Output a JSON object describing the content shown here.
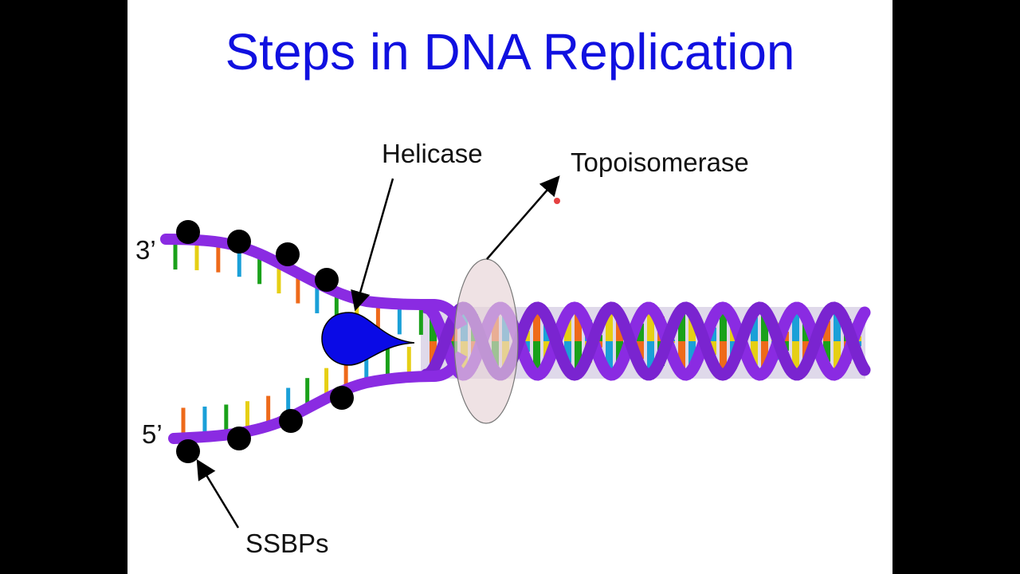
{
  "slide": {
    "title": "Steps in DNA Replication",
    "labels": {
      "helicase": "Helicase",
      "topoisomerase": "Topoisomerase",
      "ssbps": "SSBPs",
      "end_3": "3’",
      "end_5": "5’"
    }
  },
  "colors": {
    "title": "#1010e0",
    "backbone": "#8a2be2",
    "helicase": "#0a0ae6",
    "ssbp": "#000000",
    "topoisomerase": "#e6d3d6",
    "base_green": "#1aa11a",
    "base_yellow": "#e6cf14",
    "base_orange": "#ee6a1a",
    "base_blue": "#1aa0d8",
    "side_bars": "#000000"
  },
  "icons": [
    "helicase-enzyme-icon",
    "ssbp-protein-icon",
    "topoisomerase-enzyme-icon",
    "pointer-arrow-icon"
  ]
}
